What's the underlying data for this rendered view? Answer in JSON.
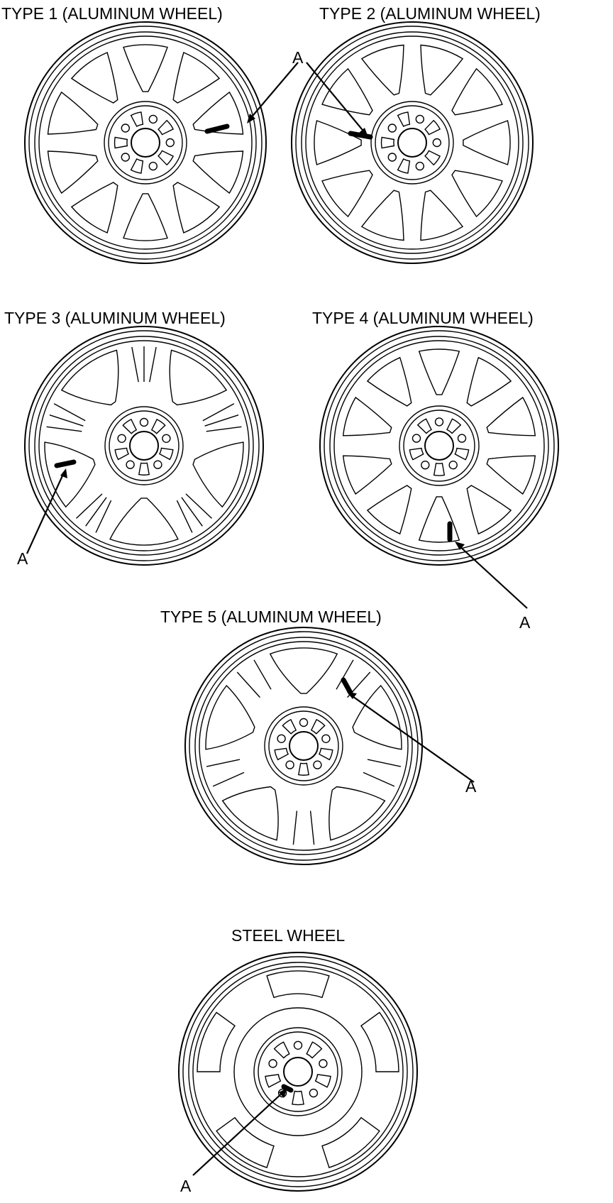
{
  "labels": {
    "type1": "TYPE 1 (ALUMINUM WHEEL)",
    "type2": "TYPE 2 (ALUMINUM WHEEL)",
    "type3": "TYPE 3 (ALUMINUM WHEEL)",
    "type4": "TYPE 4 (ALUMINUM WHEEL)",
    "type5": "TYPE 5 (ALUMINUM WHEEL)",
    "steel": "STEEL WHEEL"
  },
  "callout": "A",
  "colors": {
    "line": "#000000",
    "background": "#ffffff"
  }
}
